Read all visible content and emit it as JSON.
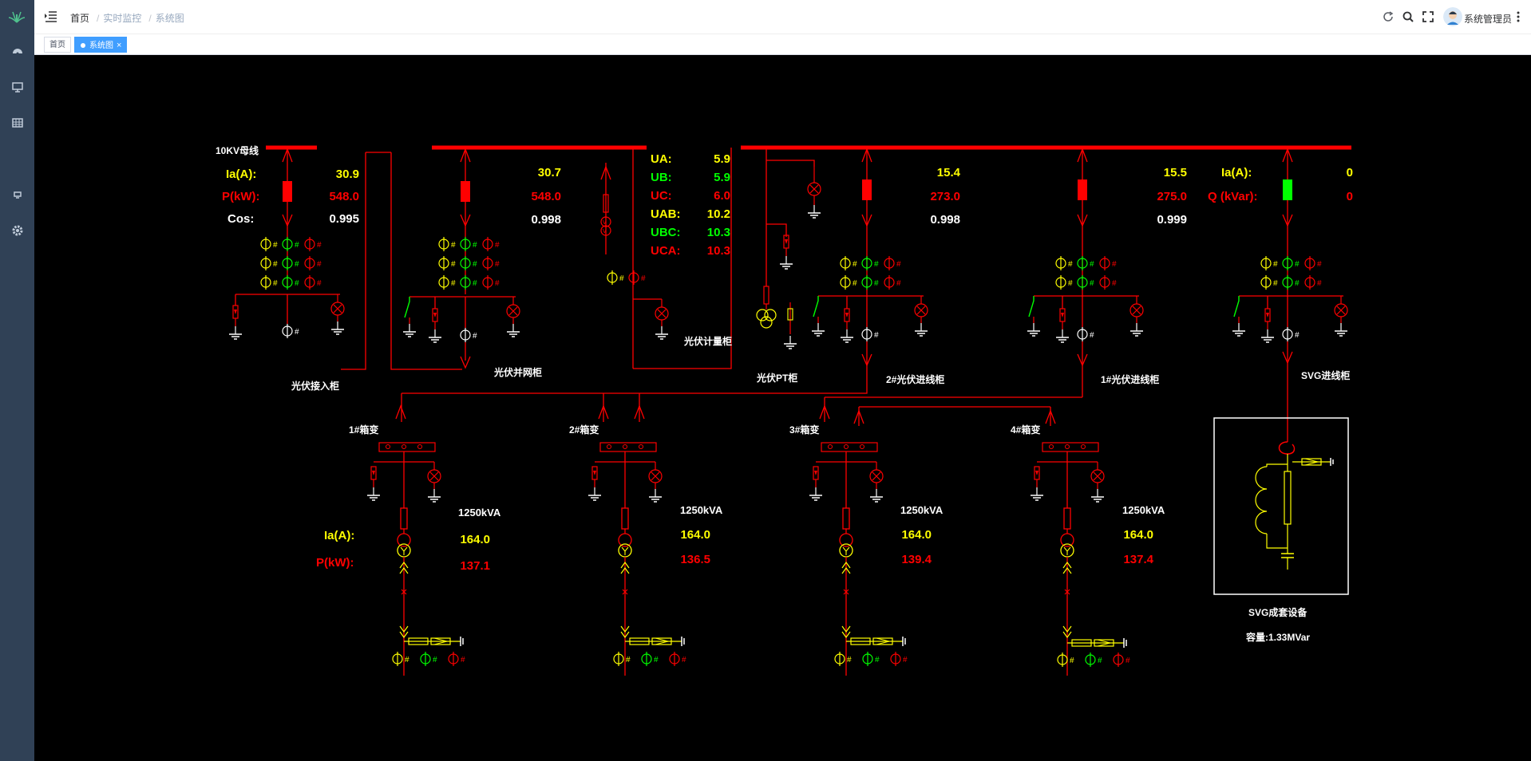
{
  "header": {
    "breadcrumb": [
      "首页",
      "实时监控",
      "系统图"
    ],
    "username": "系统管理员"
  },
  "tabs": [
    {
      "label": "首页",
      "active": false
    },
    {
      "label": "系统图",
      "active": true,
      "close": "×"
    }
  ],
  "colors": {
    "sidebar": "#304156",
    "accent": "#409eff",
    "line": "#ff0000",
    "yellow": "#ffff00",
    "green": "#00ff00",
    "canvas": "#000000"
  },
  "cabinets": {
    "pv_access": {
      "bus_label": "10KV母线",
      "ia_label": "Ia(A):",
      "ia": "30.9",
      "p_label": "P(kW):",
      "p": "548.0",
      "cos_label": "Cos:",
      "cos": "0.995",
      "name": "光伏接入柜"
    },
    "pv_grid": {
      "ia": "30.7",
      "p": "548.0",
      "cos": "0.998",
      "name": "光伏并网柜"
    },
    "metering": {
      "ua_label": "UA:",
      "ua": "5.9",
      "ub_label": "UB:",
      "ub": "5.9",
      "uc_label": "UC:",
      "uc": "6.0",
      "uab_label": "UAB:",
      "uab": "10.2",
      "ubc_label": "UBC:",
      "ubc": "10.3",
      "uca_label": "UCA:",
      "uca": "10.3",
      "name": "光伏计量柜"
    },
    "pt": {
      "name": "光伏PT柜"
    },
    "incoming2": {
      "ia": "15.4",
      "p": "273.0",
      "cos": "0.998",
      "name": "2#光伏进线柜"
    },
    "incoming1": {
      "ia": "15.5",
      "p": "275.0",
      "cos": "0.999",
      "name": "1#光伏进线柜"
    },
    "svg": {
      "ia_label": "Ia(A):",
      "ia": "0",
      "q_label": "Q (kVar):",
      "q": "0",
      "name": "SVG进线柜",
      "device_name": "SVG成套设备",
      "capacity": "容量:1.33MVar"
    }
  },
  "transformers": [
    {
      "name": "1#箱变",
      "rating": "1250kVA",
      "ia": "164.0",
      "p": "137.1",
      "ia_label": "Ia(A):",
      "p_label": "P(kW):"
    },
    {
      "name": "2#箱变",
      "rating": "1250kVA",
      "ia": "164.0",
      "p": "136.5"
    },
    {
      "name": "3#箱变",
      "rating": "1250kVA",
      "ia": "164.0",
      "p": "139.4"
    },
    {
      "name": "4#箱变",
      "rating": "1250kVA",
      "ia": "164.0",
      "p": "137.4"
    }
  ]
}
